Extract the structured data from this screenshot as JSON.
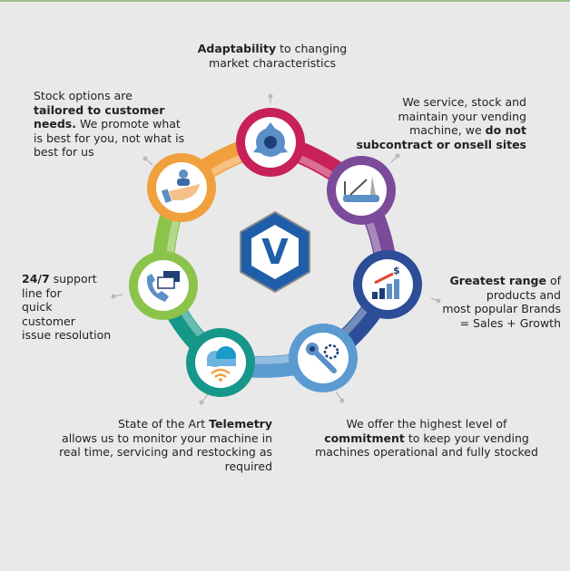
{
  "colors": {
    "red": "#c8215a",
    "purple": "#7b4a98",
    "navy": "#2c4d97",
    "lightblue": "#5b9bd1",
    "teal": "#16978a",
    "green": "#8cc34a",
    "orange": "#f0a03c",
    "background": "#e9e9e9"
  },
  "logo": {
    "letter": "V"
  },
  "captions": {
    "adaptability": {
      "bold": "Adaptability",
      "rest1": " to changing",
      "line2": "market characteristics"
    },
    "stock": {
      "l1": "Stock options are",
      "b2": "tailored to customer",
      "b3": "needs.",
      "r3": " We promote what",
      "l4": "is best for you, not what is",
      "l5": "best for us"
    },
    "service": {
      "l1": "We service, stock and",
      "l2": "maintain your vending",
      "r3": "machine, we ",
      "b3": "do not",
      "b4": "subcontract or onsell sites"
    },
    "range": {
      "b1": "Greatest range",
      "r1": " of",
      "l2": "products and",
      "l3": "most popular Brands",
      "l4": "= Sales + Growth"
    },
    "support": {
      "b1": "24/7",
      "r1": " support",
      "l2": "line for",
      "l3": "quick",
      "l4": "customer",
      "l5": "issue resolution"
    },
    "telemetry": {
      "r1": "State of the Art ",
      "b1": "Telemetry",
      "l2": "allows us to monitor your machine in",
      "l3": "real time, servicing and restocking as",
      "l4": "required"
    },
    "commitment": {
      "l1": "We offer the highest level of",
      "b2": "commitment",
      "r2": " to keep your vending",
      "l3": "machines operational and fully stocked"
    }
  }
}
